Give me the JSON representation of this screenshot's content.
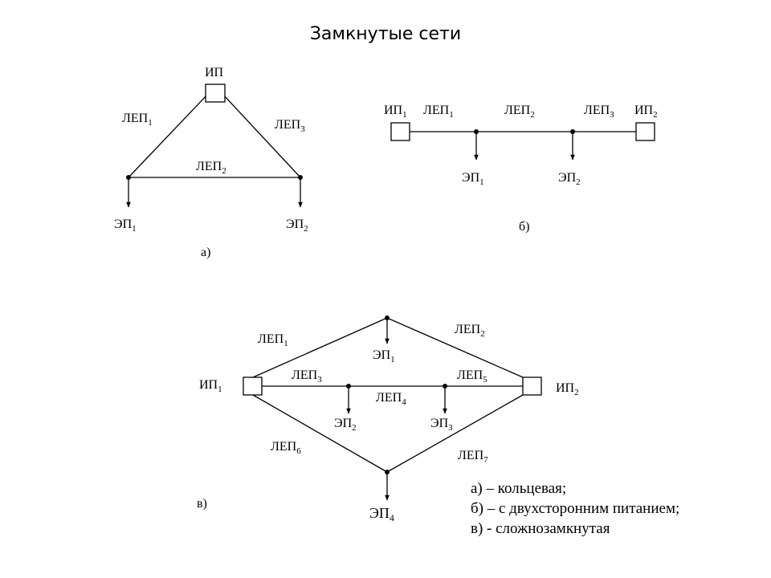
{
  "title": "Замкнутые сети",
  "diagram_a": {
    "caption": "а)",
    "source": "ИП",
    "lines": [
      {
        "base": "ЛЕП",
        "sub": "1"
      },
      {
        "base": "ЛЕП",
        "sub": "2"
      },
      {
        "base": "ЛЕП",
        "sub": "3"
      }
    ],
    "loads": [
      {
        "base": "ЭП",
        "sub": "1"
      },
      {
        "base": "ЭП",
        "sub": "2"
      }
    ]
  },
  "diagram_b": {
    "caption": "б)",
    "sources": [
      {
        "base": "ИП",
        "sub": "1"
      },
      {
        "base": "ИП",
        "sub": "2"
      }
    ],
    "lines": [
      {
        "base": "ЛЕП",
        "sub": "1"
      },
      {
        "base": "ЛЕП",
        "sub": "2"
      },
      {
        "base": "ЛЕП",
        "sub": "3"
      }
    ],
    "loads": [
      {
        "base": "ЭП",
        "sub": "1"
      },
      {
        "base": "ЭП",
        "sub": "2"
      }
    ]
  },
  "diagram_c": {
    "caption": "в)",
    "sources": [
      {
        "base": "ИП",
        "sub": "1"
      },
      {
        "base": "ИП",
        "sub": "2"
      }
    ],
    "lines": [
      {
        "base": "ЛЕП",
        "sub": "1"
      },
      {
        "base": "ЛЕП",
        "sub": "2"
      },
      {
        "base": "ЛЕП",
        "sub": "3"
      },
      {
        "base": "ЛЕП",
        "sub": "4"
      },
      {
        "base": "ЛЕП",
        "sub": "5"
      },
      {
        "base": "ЛЕП",
        "sub": "6"
      },
      {
        "base": "ЛЕП",
        "sub": "7"
      }
    ],
    "loads": [
      {
        "base": "ЭП",
        "sub": "1"
      },
      {
        "base": "ЭП",
        "sub": "2"
      },
      {
        "base": "ЭП",
        "sub": "3"
      },
      {
        "base": "ЭП",
        "sub": "4"
      }
    ]
  },
  "legend": [
    "а) – кольцевая;",
    "б) – с двухсторонним питанием;",
    "в) - сложнозамкнутая"
  ]
}
